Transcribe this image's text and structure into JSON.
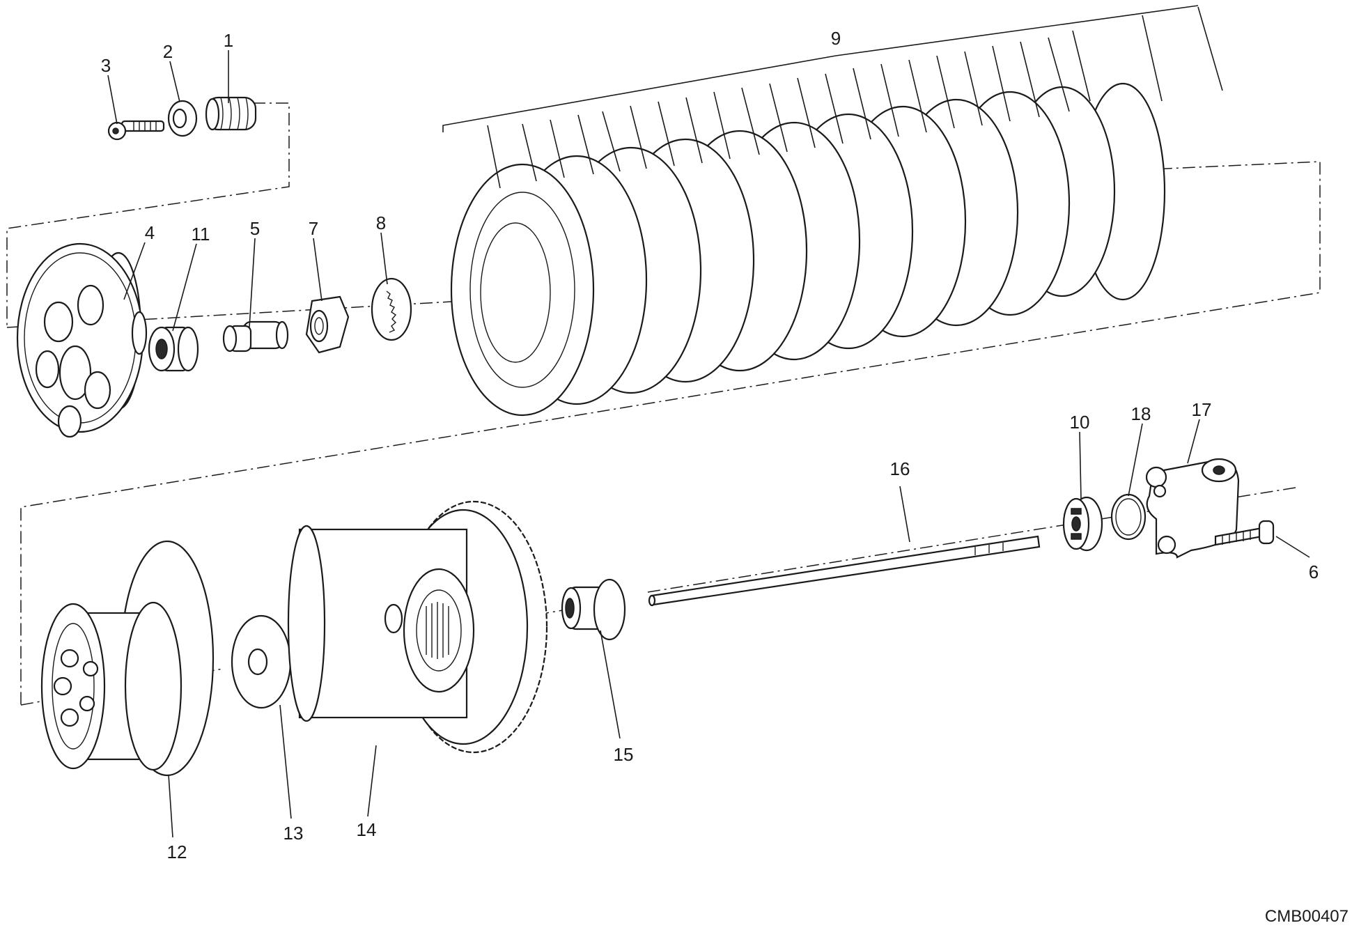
{
  "diagram": {
    "drawing_code": "CMB00407",
    "part_labels": {
      "p1": "1",
      "p2": "2",
      "p3": "3",
      "p4": "4",
      "p5": "5",
      "p6": "6",
      "p7": "7",
      "p8": "8",
      "p9": "9",
      "p10": "10",
      "p11": "11",
      "p12": "12",
      "p13": "13",
      "p14": "14",
      "p15": "15",
      "p16": "16",
      "p17": "17",
      "p18": "18"
    }
  }
}
